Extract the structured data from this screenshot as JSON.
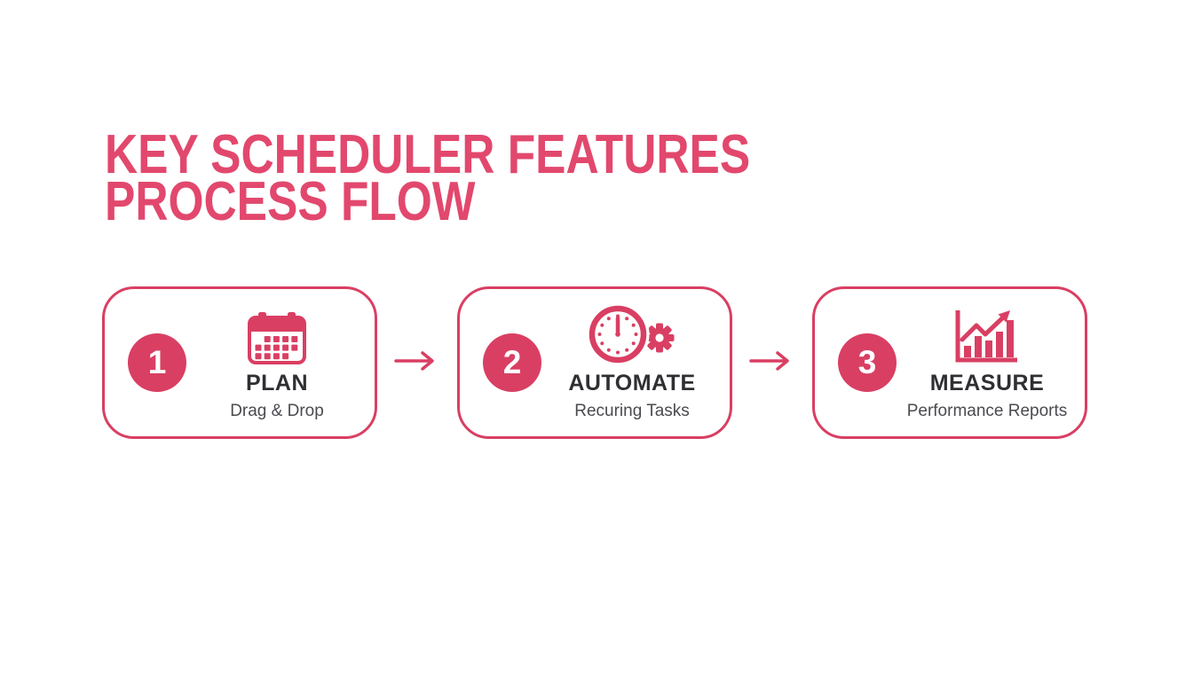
{
  "title": {
    "line1": "KEY SCHEDULER FEATURES",
    "line2": "PROCESS FLOW"
  },
  "steps": [
    {
      "number": "1",
      "label": "PLAN",
      "sublabel": "Drag & Drop",
      "icon": "calendar-icon"
    },
    {
      "number": "2",
      "label": "AUTOMATE",
      "sublabel": "Recuring Tasks",
      "icon": "clock-gear-icon"
    },
    {
      "number": "3",
      "label": "MEASURE",
      "sublabel": "Performance Reports",
      "icon": "bar-chart-growth-icon"
    }
  ],
  "arrows": {
    "icon": "arrow-right-icon",
    "count": 2
  },
  "colors": {
    "accent": "#d93f63",
    "title": "#e2486d",
    "label_dark": "#2f2f33",
    "sublabel_gray": "#4a4a50",
    "background": "#ffffff"
  }
}
